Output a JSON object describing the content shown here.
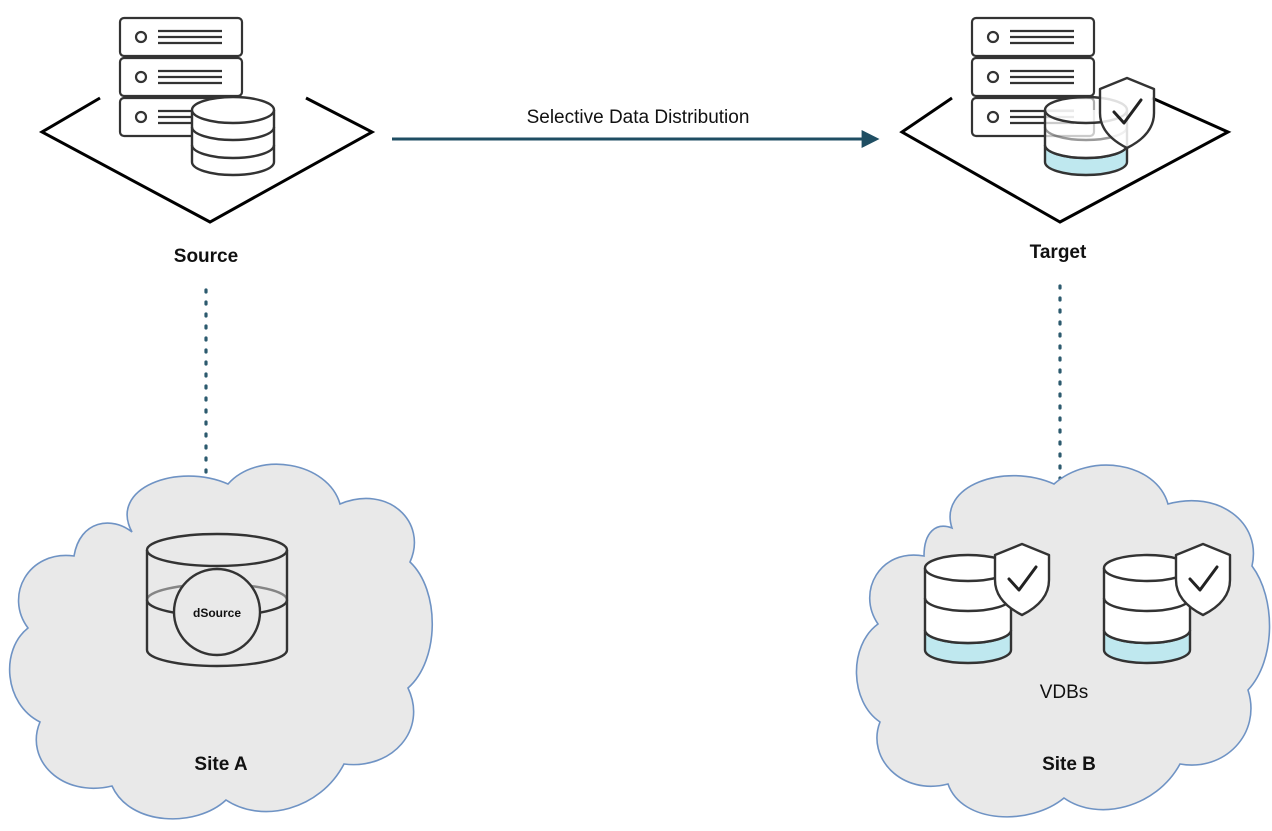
{
  "labels": {
    "source": "Source",
    "target": "Target",
    "arrow": "Selective Data Distribution",
    "site_a": "Site A",
    "site_b": "Site B",
    "dsource": "dSource",
    "vdbs": "VDBs"
  },
  "colors": {
    "arrow": "#1f4e63",
    "dotted": "#2c5a6e",
    "cloud_fill": "#e9e9e9",
    "cloud_stroke": "#6f93c4",
    "db_accent": "#bfe8ef",
    "outline": "#333333"
  },
  "icons": {
    "source_server": "server-rack-icon",
    "source_db": "database-icon",
    "target_db": "secure-database-icon",
    "shield": "shield-check-icon",
    "dsource": "dsource-database-icon"
  }
}
